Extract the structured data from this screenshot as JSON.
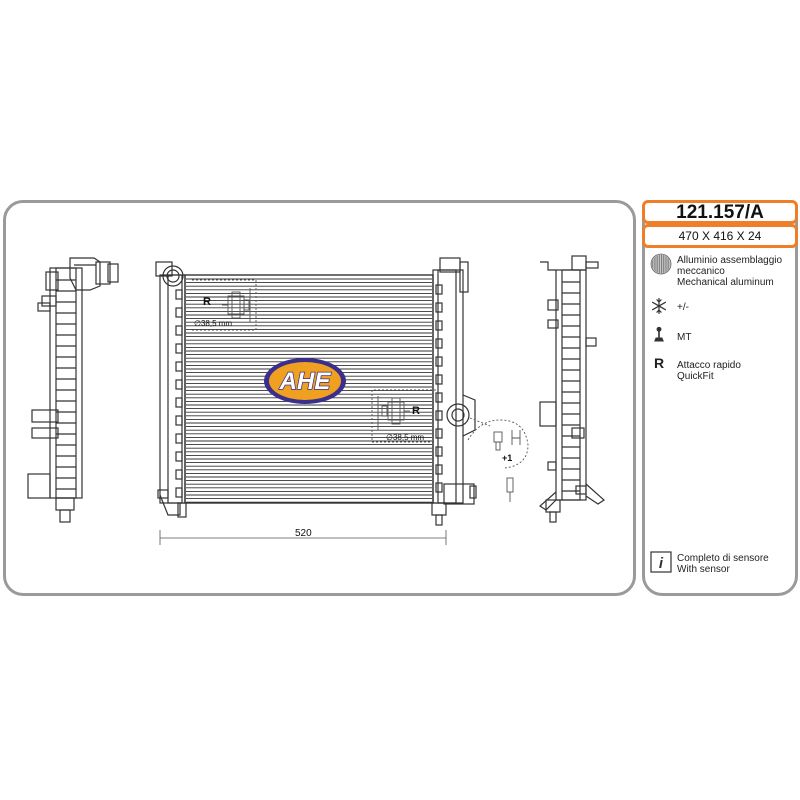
{
  "header": {
    "code": "121.157/A",
    "dimensions": "470 X 416 X 24"
  },
  "logo": {
    "text": "AHE",
    "fill": "#f0a020",
    "ring": "#3a2f8c"
  },
  "drawing": {
    "width_label": "520",
    "quickfit_letter": "R",
    "pipe_diameter": "∅38,5 mm",
    "sensor_qty": "+1"
  },
  "features": [
    {
      "icon": "aluminum-core-icon",
      "lines": [
        "Alluminio assemblaggio",
        "meccanico",
        "Mechanical aluminum"
      ]
    },
    {
      "icon": "snowflake-icon",
      "lines": [
        "+/-"
      ]
    },
    {
      "icon": "manual-gearbox-icon",
      "lines": [
        "MT"
      ]
    },
    {
      "icon": "quickfit-icon",
      "letter": "R",
      "lines": [
        "Attacco rapido",
        "QuickFit"
      ]
    }
  ],
  "info": {
    "icon": "info-icon",
    "lines": [
      "Completo di sensore",
      "With sensor"
    ]
  },
  "colors": {
    "accent": "#ef7d2a",
    "border": "#9a9a9a"
  }
}
